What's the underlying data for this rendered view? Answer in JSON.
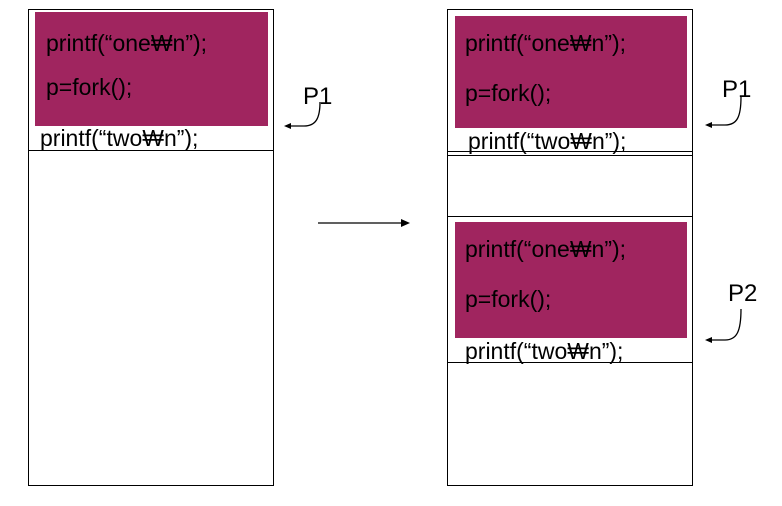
{
  "colors": {
    "highlight": "#a0255f"
  },
  "left": {
    "code": [
      "printf(“one₩n”);",
      "p=fork();",
      "printf(“two₩n”);"
    ],
    "process_label": "P1"
  },
  "right": {
    "top": {
      "code": [
        "printf(“one₩n”);",
        "p=fork();",
        "printf(“two₩n”);"
      ],
      "process_label": "P1"
    },
    "bottom": {
      "code": [
        "printf(“one₩n”);",
        "p=fork();",
        "printf(“two₩n”);"
      ],
      "process_label": "P2"
    }
  }
}
